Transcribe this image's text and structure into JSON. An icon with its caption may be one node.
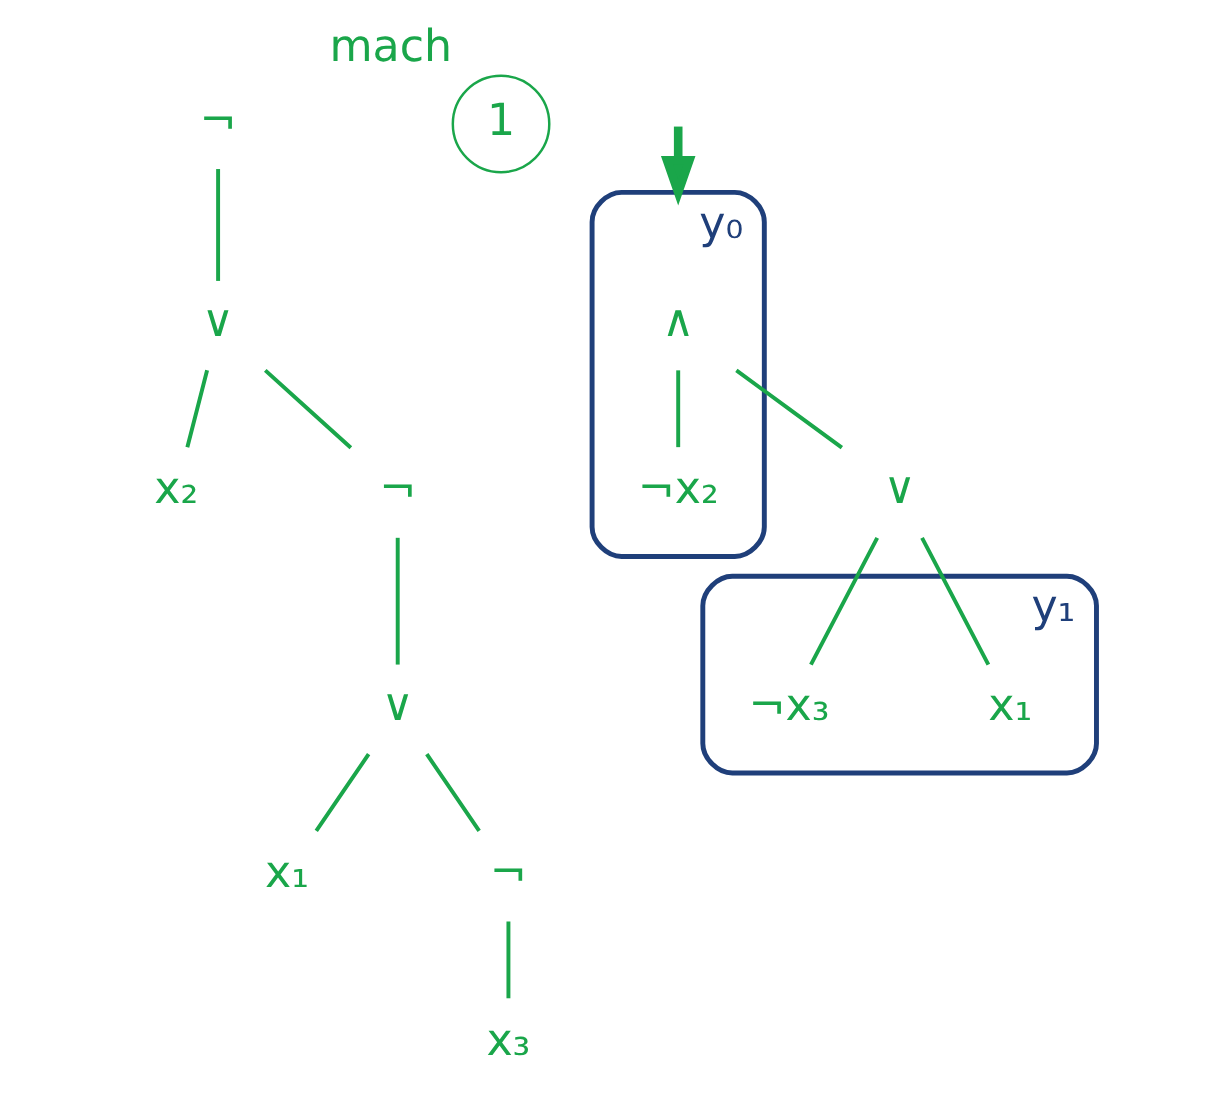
{
  "diagram": {
    "nodes": [
      {
        "text": [
          "¬"
        ]
      },
      {
        "text": [
          "∨"
        ]
      },
      {
        "text": [
          "x₂"
        ]
      },
      {
        "text": [
          "¬"
        ]
      },
      {
        "text": [
          "∨"
        ]
      },
      {
        "text": [
          "x₁"
        ]
      },
      {
        "text": [
          "¬"
        ]
      },
      {
        "text": [
          "x₃"
        ]
      },
      {
        "text": [
          "1"
        ],
        "beside": [
          "mach"
        ]
      },
      {
        "text": [
          "y₀"
        ]
      },
      {
        "text": [
          "∧"
        ],
        "in": 9
      },
      {
        "text": [
          "¬x₂"
        ],
        "in": 9
      },
      {
        "text": [
          "y₁"
        ]
      },
      {
        "text": [
          "∨"
        ]
      },
      {
        "text": [
          "x₁"
        ],
        "in": 12
      },
      {
        "text": [
          "¬x₃"
        ],
        "in": 12
      }
    ],
    "edges": [
      {
        "from": 0,
        "to": 1,
        "arrow": "none"
      },
      {
        "from": 1,
        "to": 3,
        "arrow": "none"
      },
      {
        "from": 1,
        "to": 2,
        "arrow": "none"
      },
      {
        "from": 3,
        "to": 4,
        "arrow": "none"
      },
      {
        "from": 4,
        "to": 5,
        "arrow": "none"
      },
      {
        "from": 4,
        "to": 6,
        "arrow": "none"
      },
      {
        "from": 6,
        "to": 7,
        "arrow": "none"
      },
      {
        "from": null,
        "to": 9,
        "arrow": "to",
        "style": "thick"
      },
      {
        "from": 10,
        "to": 13,
        "arrow": "none"
      },
      {
        "from": 10,
        "to": 11,
        "arrow": "none"
      },
      {
        "from": 13,
        "to": 14,
        "arrow": "none"
      },
      {
        "from": 13,
        "to": 15,
        "arrow": "none"
      }
    ]
  }
}
